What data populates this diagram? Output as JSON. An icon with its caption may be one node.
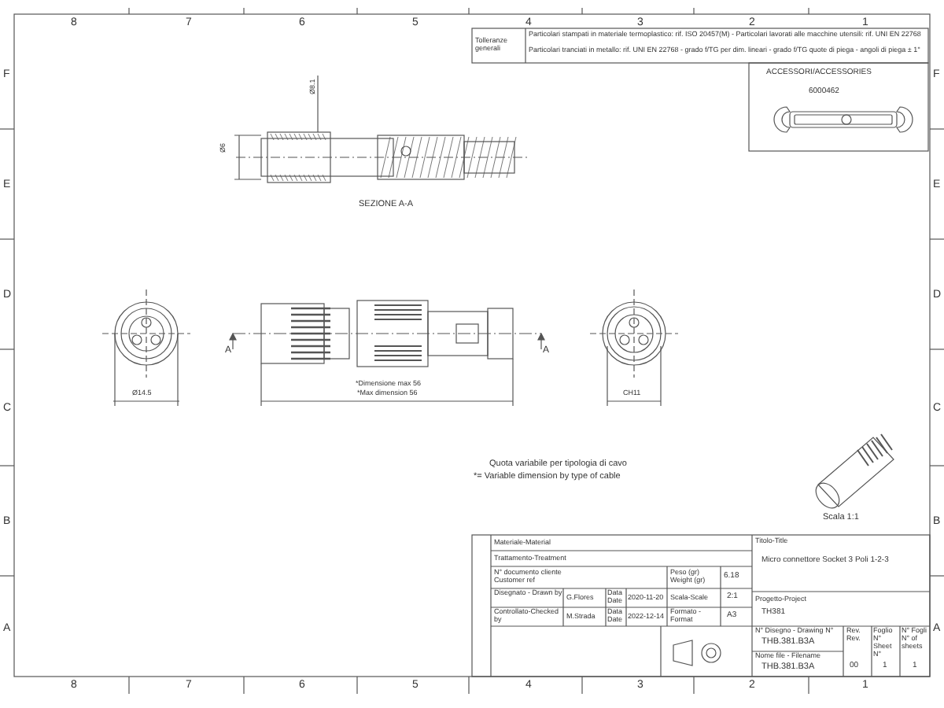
{
  "diagram": {
    "labels": [
      "8",
      "7",
      "6",
      "5",
      "4",
      "3",
      "2",
      "1",
      "Tolleranze generali",
      "Particolari stampati in materiale termoplastico: rif. ISO 20457(M) - Particolari lavorati alle macchine utensili: rif. UNI EN 22768",
      "Particolari tranciati in metallo: rif. UNI EN 22768 - grado f/TG per dim. lineari - grado f/TG quote di piega - angoli di piega ± 1°",
      "ACCESSORI/ACCESSORIES",
      "6000462",
      "F",
      "F",
      "Ø8.1",
      "Ø6",
      "SEZIONE A-A",
      "E",
      "E",
      "D",
      "D",
      "A",
      "A",
      "Ø14.5",
      "*Dimensione max 56",
      "*Max dimension 56",
      "CH11",
      "C",
      "C",
      "Quota variabile per tipologia di cavo",
      "*= Variable dimension by type of cable",
      "B",
      "B",
      "Scala 1:1",
      "Materiale-Material",
      "Trattamento-Treatment",
      "N° documento cliente Customer ref",
      "Peso (gr) Weight (gr)",
      "6.18",
      "Titolo-Title",
      "Micro connettore Socket 3 Poli 1-2-3",
      "Disegnato - Drawn by",
      "G.Flores",
      "Data Date",
      "2020-11-20",
      "Scala-Scale",
      "2:1",
      "Controllato-Checked by",
      "M.Strada",
      "Data Date",
      "2022-12-14",
      "Formato - Format",
      "A3",
      "Progetto-Project",
      "TH381",
      "A",
      "A",
      "N° Disegno - Drawing N°",
      "THB.381.B3A",
      "Rev. Rev.",
      "Foglio N° Sheet N°",
      "N° Fogli N° of sheets",
      "Nome file - Filename",
      "THB.381.B3A",
      "00",
      "1",
      "1",
      "8",
      "7",
      "6",
      "5",
      "4",
      "3",
      "2",
      "1"
    ]
  }
}
